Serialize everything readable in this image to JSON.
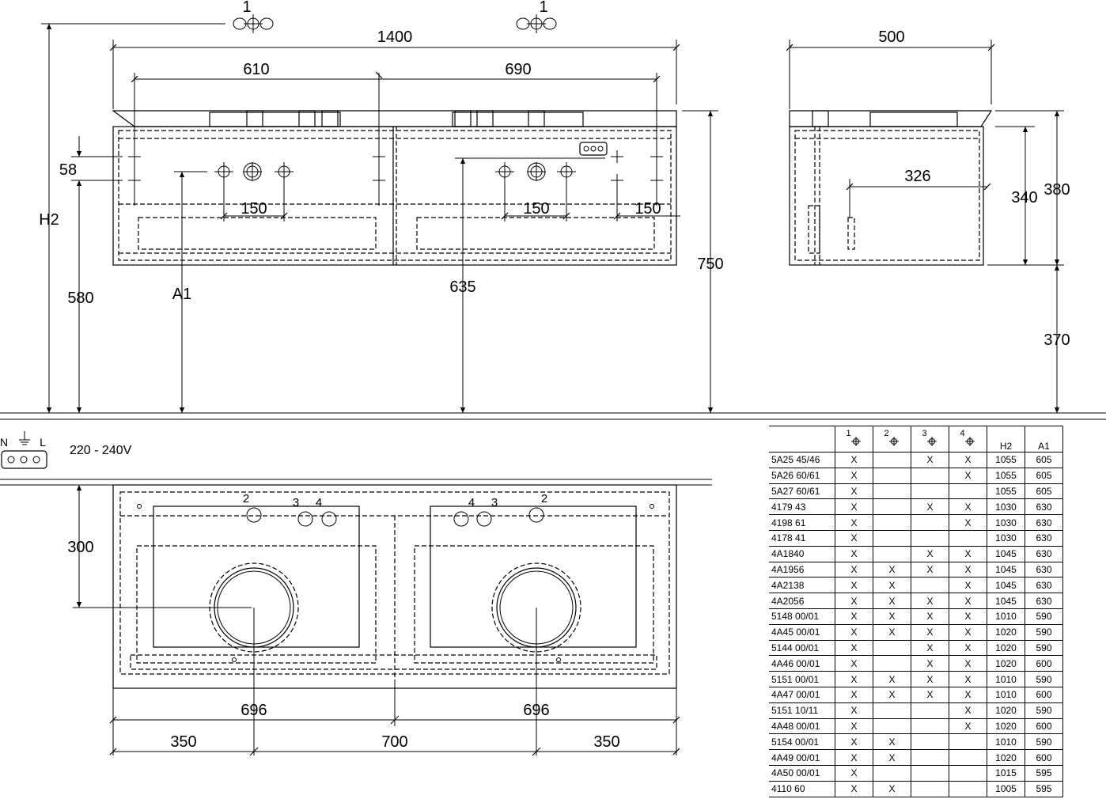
{
  "dimensions": {
    "total_width": "1400",
    "left_basin_offset": "610",
    "right_basin_offset": "690",
    "depth": "500",
    "height_58": "58",
    "h2": "H2",
    "height_580": "580",
    "a1": "A1",
    "height_635": "635",
    "height_750": "750",
    "spacing_150": "150",
    "inner_326": "326",
    "height_340": "340",
    "height_380": "380",
    "height_370": "370",
    "plan_300": "300",
    "basin_696": "696",
    "split_350": "350",
    "split_700": "700",
    "tap_marker": "1"
  },
  "electrical": {
    "neutral": "N",
    "live": "L",
    "voltage": "220 - 240V"
  },
  "plan_labels": {
    "hole_2": "2",
    "hole_3": "3",
    "hole_4": "4"
  },
  "table": {
    "headers": {
      "h1": "1",
      "h2": "2",
      "h3": "3",
      "h4": "4",
      "col_h2": "H2",
      "col_a1": "A1"
    },
    "rows": [
      {
        "art": "5A25 45/46",
        "c1": "X",
        "c2": "",
        "c3": "X",
        "c4": "X",
        "h2": "1055",
        "a1": "605"
      },
      {
        "art": "5A26 60/61",
        "c1": "X",
        "c2": "",
        "c3": "",
        "c4": "X",
        "h2": "1055",
        "a1": "605"
      },
      {
        "art": "5A27 60/61",
        "c1": "X",
        "c2": "",
        "c3": "",
        "c4": "",
        "h2": "1055",
        "a1": "605"
      },
      {
        "art": "4179 43",
        "c1": "X",
        "c2": "",
        "c3": "X",
        "c4": "X",
        "h2": "1030",
        "a1": "630"
      },
      {
        "art": "4198 61",
        "c1": "X",
        "c2": "",
        "c3": "",
        "c4": "X",
        "h2": "1030",
        "a1": "630"
      },
      {
        "art": "4178 41",
        "c1": "X",
        "c2": "",
        "c3": "",
        "c4": "",
        "h2": "1030",
        "a1": "630"
      },
      {
        "art": "4A1840",
        "c1": "X",
        "c2": "",
        "c3": "X",
        "c4": "X",
        "h2": "1045",
        "a1": "630"
      },
      {
        "art": "4A1956",
        "c1": "X",
        "c2": "X",
        "c3": "X",
        "c4": "X",
        "h2": "1045",
        "a1": "630"
      },
      {
        "art": "4A2138",
        "c1": "X",
        "c2": "X",
        "c3": "",
        "c4": "X",
        "h2": "1045",
        "a1": "630"
      },
      {
        "art": "4A2056",
        "c1": "X",
        "c2": "X",
        "c3": "X",
        "c4": "X",
        "h2": "1045",
        "a1": "630"
      },
      {
        "art": "5148 00/01",
        "c1": "X",
        "c2": "X",
        "c3": "X",
        "c4": "X",
        "h2": "1010",
        "a1": "590"
      },
      {
        "art": "4A45 00/01",
        "c1": "X",
        "c2": "X",
        "c3": "X",
        "c4": "X",
        "h2": "1020",
        "a1": "590"
      },
      {
        "art": "5144 00/01",
        "c1": "X",
        "c2": "",
        "c3": "X",
        "c4": "X",
        "h2": "1020",
        "a1": "590"
      },
      {
        "art": "4A46 00/01",
        "c1": "X",
        "c2": "",
        "c3": "X",
        "c4": "X",
        "h2": "1020",
        "a1": "600"
      },
      {
        "art": "5151 00/01",
        "c1": "X",
        "c2": "X",
        "c3": "X",
        "c4": "X",
        "h2": "1010",
        "a1": "590"
      },
      {
        "art": "4A47 00/01",
        "c1": "X",
        "c2": "X",
        "c3": "X",
        "c4": "X",
        "h2": "1010",
        "a1": "600"
      },
      {
        "art": "5151 10/11",
        "c1": "X",
        "c2": "",
        "c3": "",
        "c4": "X",
        "h2": "1020",
        "a1": "590"
      },
      {
        "art": "4A48 00/01",
        "c1": "X",
        "c2": "",
        "c3": "",
        "c4": "X",
        "h2": "1020",
        "a1": "600"
      },
      {
        "art": "5154 00/01",
        "c1": "X",
        "c2": "X",
        "c3": "",
        "c4": "",
        "h2": "1010",
        "a1": "590"
      },
      {
        "art": "4A49 00/01",
        "c1": "X",
        "c2": "X",
        "c3": "",
        "c4": "",
        "h2": "1020",
        "a1": "600"
      },
      {
        "art": "4A50 00/01",
        "c1": "X",
        "c2": "",
        "c3": "",
        "c4": "",
        "h2": "1015",
        "a1": "595"
      },
      {
        "art": "4110 60",
        "c1": "X",
        "c2": "X",
        "c3": "",
        "c4": "",
        "h2": "1005",
        "a1": "595"
      }
    ]
  }
}
